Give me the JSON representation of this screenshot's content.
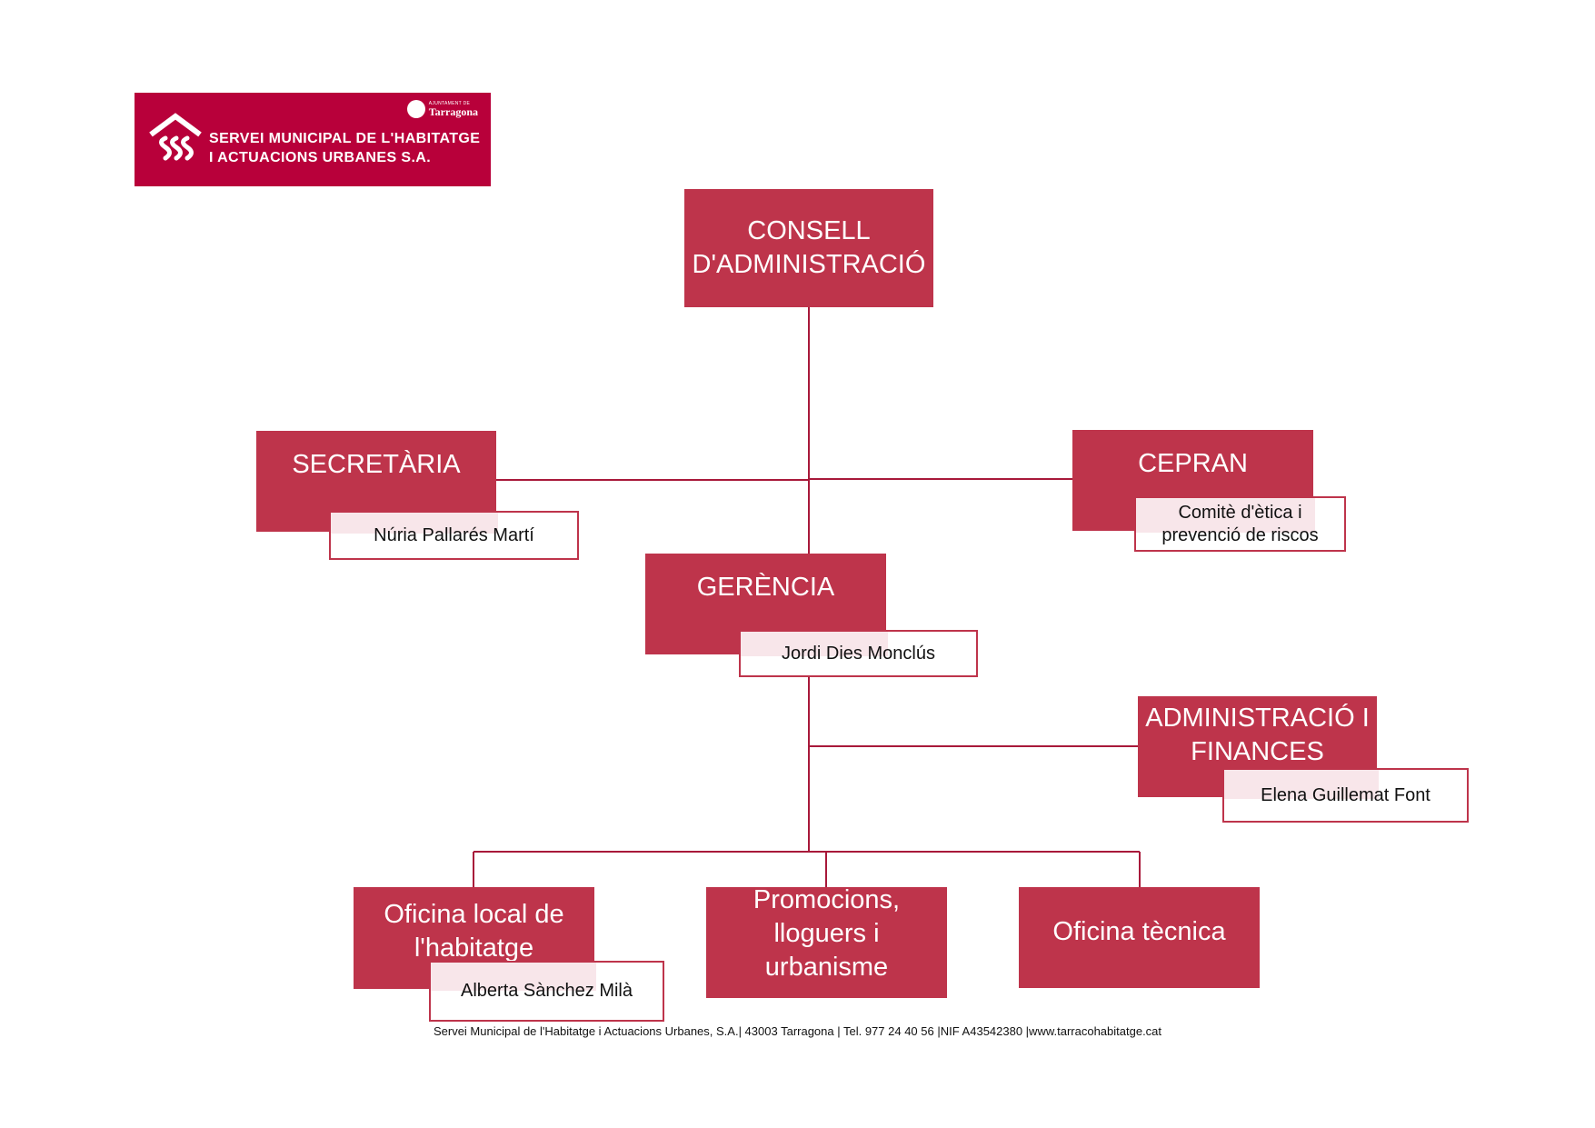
{
  "logo": {
    "line1": "SERVEI MUNICIPAL DE L'HABITATGE",
    "line2": "I ACTUACIONS URBANES S.A.",
    "brand_top": "AJUNTAMENT DE",
    "brand_name": "Tarragona",
    "icon": "house-stairs-icon",
    "color": "#b8003a"
  },
  "colors": {
    "box": "#be344b",
    "line": "#a8193a",
    "name_border": "#be344b",
    "name_tint": "#f8e6ea"
  },
  "org": {
    "consell": {
      "lines": [
        "CONSELL",
        "D'ADMINISTRACIÓ"
      ]
    },
    "secretaria": {
      "lines": [
        "SECRETÀRIA"
      ],
      "person": [
        "Núria Pallarés Martí"
      ]
    },
    "cepran": {
      "lines": [
        "CEPRAN"
      ],
      "person": [
        "Comitè d'ètica i",
        "prevenció de riscos"
      ]
    },
    "gerencia": {
      "lines": [
        "GERÈNCIA"
      ],
      "person": [
        "Jordi Dies Monclús"
      ]
    },
    "administracio": {
      "lines": [
        "ADMINISTRACIÓ I",
        "FINANCES"
      ],
      "person": [
        "Elena Guillemat Font"
      ]
    },
    "oficina_local": {
      "lines": [
        "Oficina local de",
        "l'habitatge"
      ],
      "person": [
        "Alberta Sànchez Milà"
      ]
    },
    "promocions": {
      "lines": [
        "Promocions,",
        "lloguers i",
        "urbanisme"
      ]
    },
    "oficina_tecnica": {
      "lines": [
        "Oficina tècnica"
      ]
    }
  },
  "footer": "Servei Municipal de l'Habitatge i Actuacions Urbanes, S.A.| 43003 Tarragona | Tel. 977 24 40 56 |NIF A43542380 |www.tarracohabitatge.cat"
}
